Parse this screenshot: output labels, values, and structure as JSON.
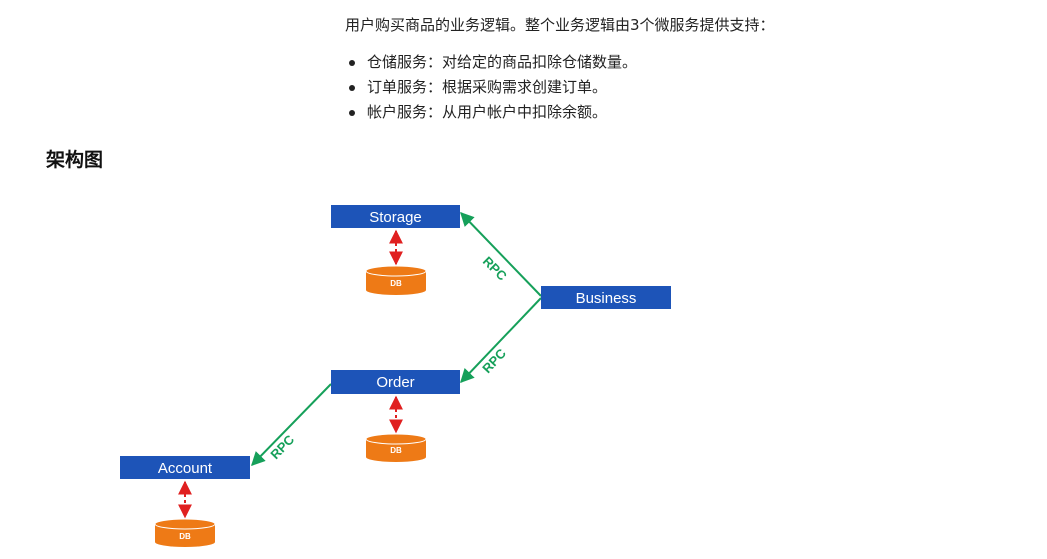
{
  "intro_text": "用户购买商品的业务逻辑。整个业务逻辑由3个微服务提供支持：",
  "bullets": [
    "仓储服务：对给定的商品扣除仓储数量。",
    "订单服务：根据采购需求创建订单。",
    "帐户服务：从用户帐户中扣除余额。"
  ],
  "section_title": "架构图",
  "diagram": {
    "nodes": {
      "storage": "Storage",
      "business": "Business",
      "order": "Order",
      "account": "Account"
    },
    "databases": {
      "storage": "DB",
      "order": "DB",
      "account": "DB"
    },
    "edges": {
      "business_storage": "RPC",
      "business_order": "RPC",
      "order_account": "RPC"
    },
    "colors": {
      "node_fill": "#1d54b8",
      "db_fill": "#ee7a16",
      "rpc_line": "#16a05a",
      "db_link": "#e02020"
    }
  }
}
